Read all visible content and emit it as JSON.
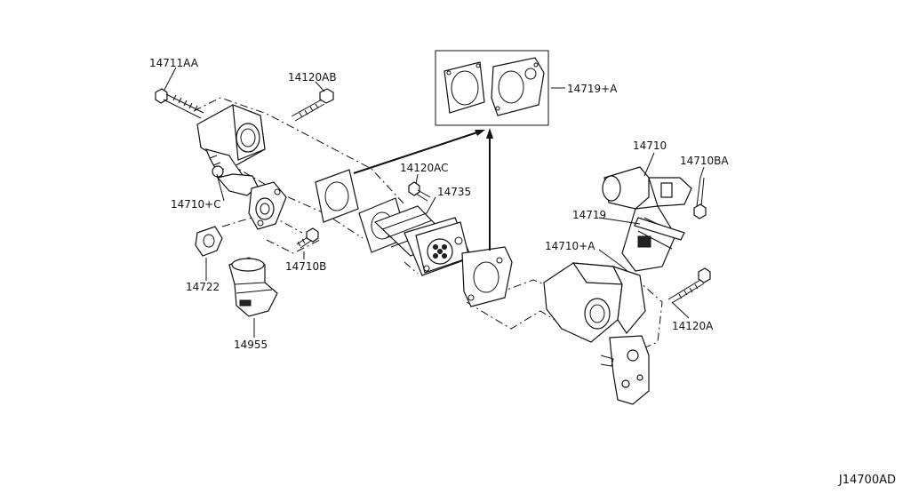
{
  "diagram": {
    "reference_code": "J14700AD",
    "labels": {
      "p14711AA": "14711AA",
      "p14120AB": "14120AB",
      "p14719A": "14719+A",
      "p14710C": "14710+C",
      "p14120AC": "14120AC",
      "p14735": "14735",
      "p14710": "14710",
      "p14710BA": "14710BA",
      "p14719": "14719",
      "p14710A": "14710+A",
      "p14722": "14722",
      "p14710B": "14710B",
      "p14120A": "14120A",
      "p14955": "14955"
    }
  }
}
